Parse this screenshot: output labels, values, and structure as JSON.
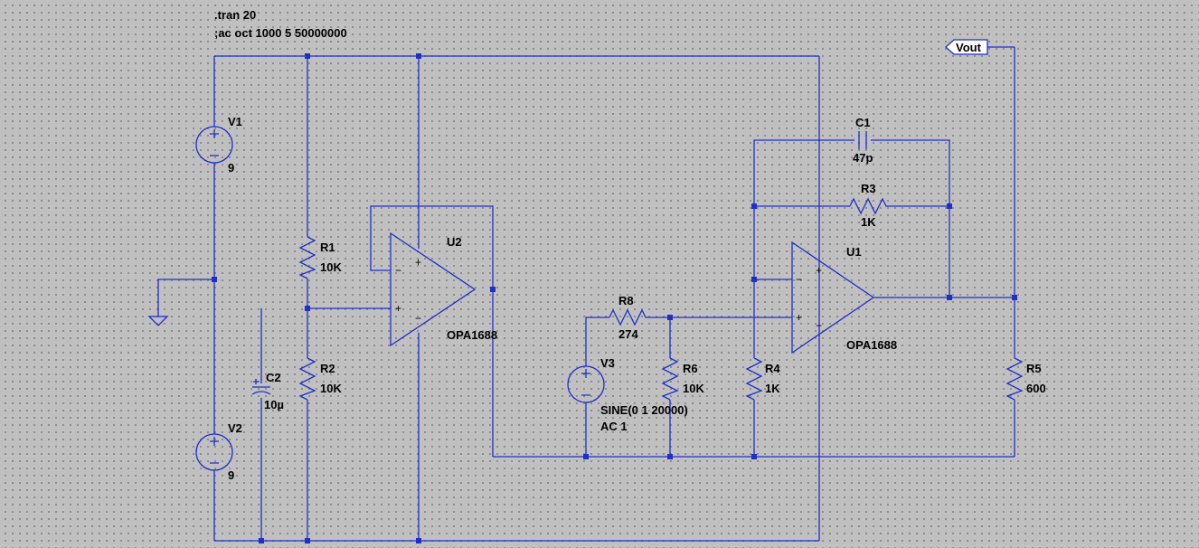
{
  "directives": [
    ".tran 20",
    ";ac oct 1000 5 50000000"
  ],
  "components": {
    "V1": {
      "name": "V1",
      "value": "9"
    },
    "V2": {
      "name": "V2",
      "value": "9"
    },
    "V3": {
      "name": "V3",
      "value": "SINE(0 1 20000)",
      "value2": "AC 1"
    },
    "R1": {
      "name": "R1",
      "value": "10K"
    },
    "R2": {
      "name": "R2",
      "value": "10K"
    },
    "R3": {
      "name": "R3",
      "value": "1K"
    },
    "R4": {
      "name": "R4",
      "value": "1K"
    },
    "R5": {
      "name": "R5",
      "value": "600"
    },
    "R6": {
      "name": "R6",
      "value": "10K"
    },
    "R8": {
      "name": "R8",
      "value": "274"
    },
    "C1": {
      "name": "C1",
      "value": "47p"
    },
    "C2": {
      "name": "C2",
      "value": "10µ"
    },
    "U1": {
      "name": "U1",
      "value": "OPA1688"
    },
    "U2": {
      "name": "U2",
      "value": "OPA1688"
    }
  },
  "netlabel": "Vout",
  "symbols": {
    "plus": "+",
    "minus": "−"
  },
  "colors": {
    "wire": "#1f2fc8",
    "background": "#c0c0c0",
    "grid": "#808080",
    "text": "#000000"
  }
}
